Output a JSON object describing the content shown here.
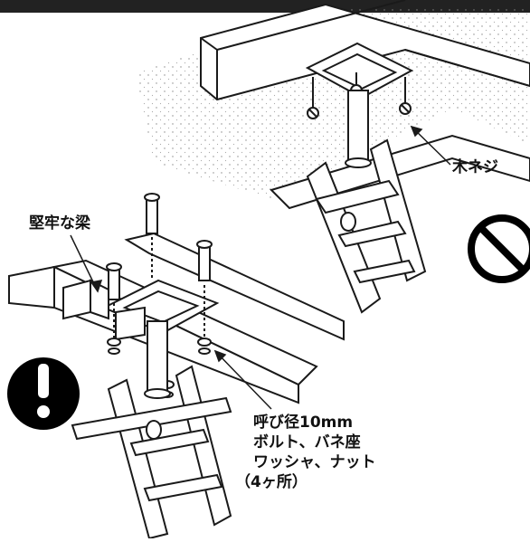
{
  "labels": {
    "beam": "堅牢な梁",
    "wood_screw": "木ネジ",
    "bolt_lines": [
      "呼び径10mm",
      "ボルト、バネ座",
      "ワッシャ、ナット",
      "（4ヶ所）"
    ]
  },
  "symbols": {
    "caution": {
      "icon": "exclamation-icon",
      "color": "#000000"
    },
    "prohibition": {
      "icon": "prohibition-icon",
      "color": "#000000"
    }
  },
  "colors": {
    "line": "#1a1a1a",
    "background": "#ffffff",
    "header_bar": "#222222"
  }
}
